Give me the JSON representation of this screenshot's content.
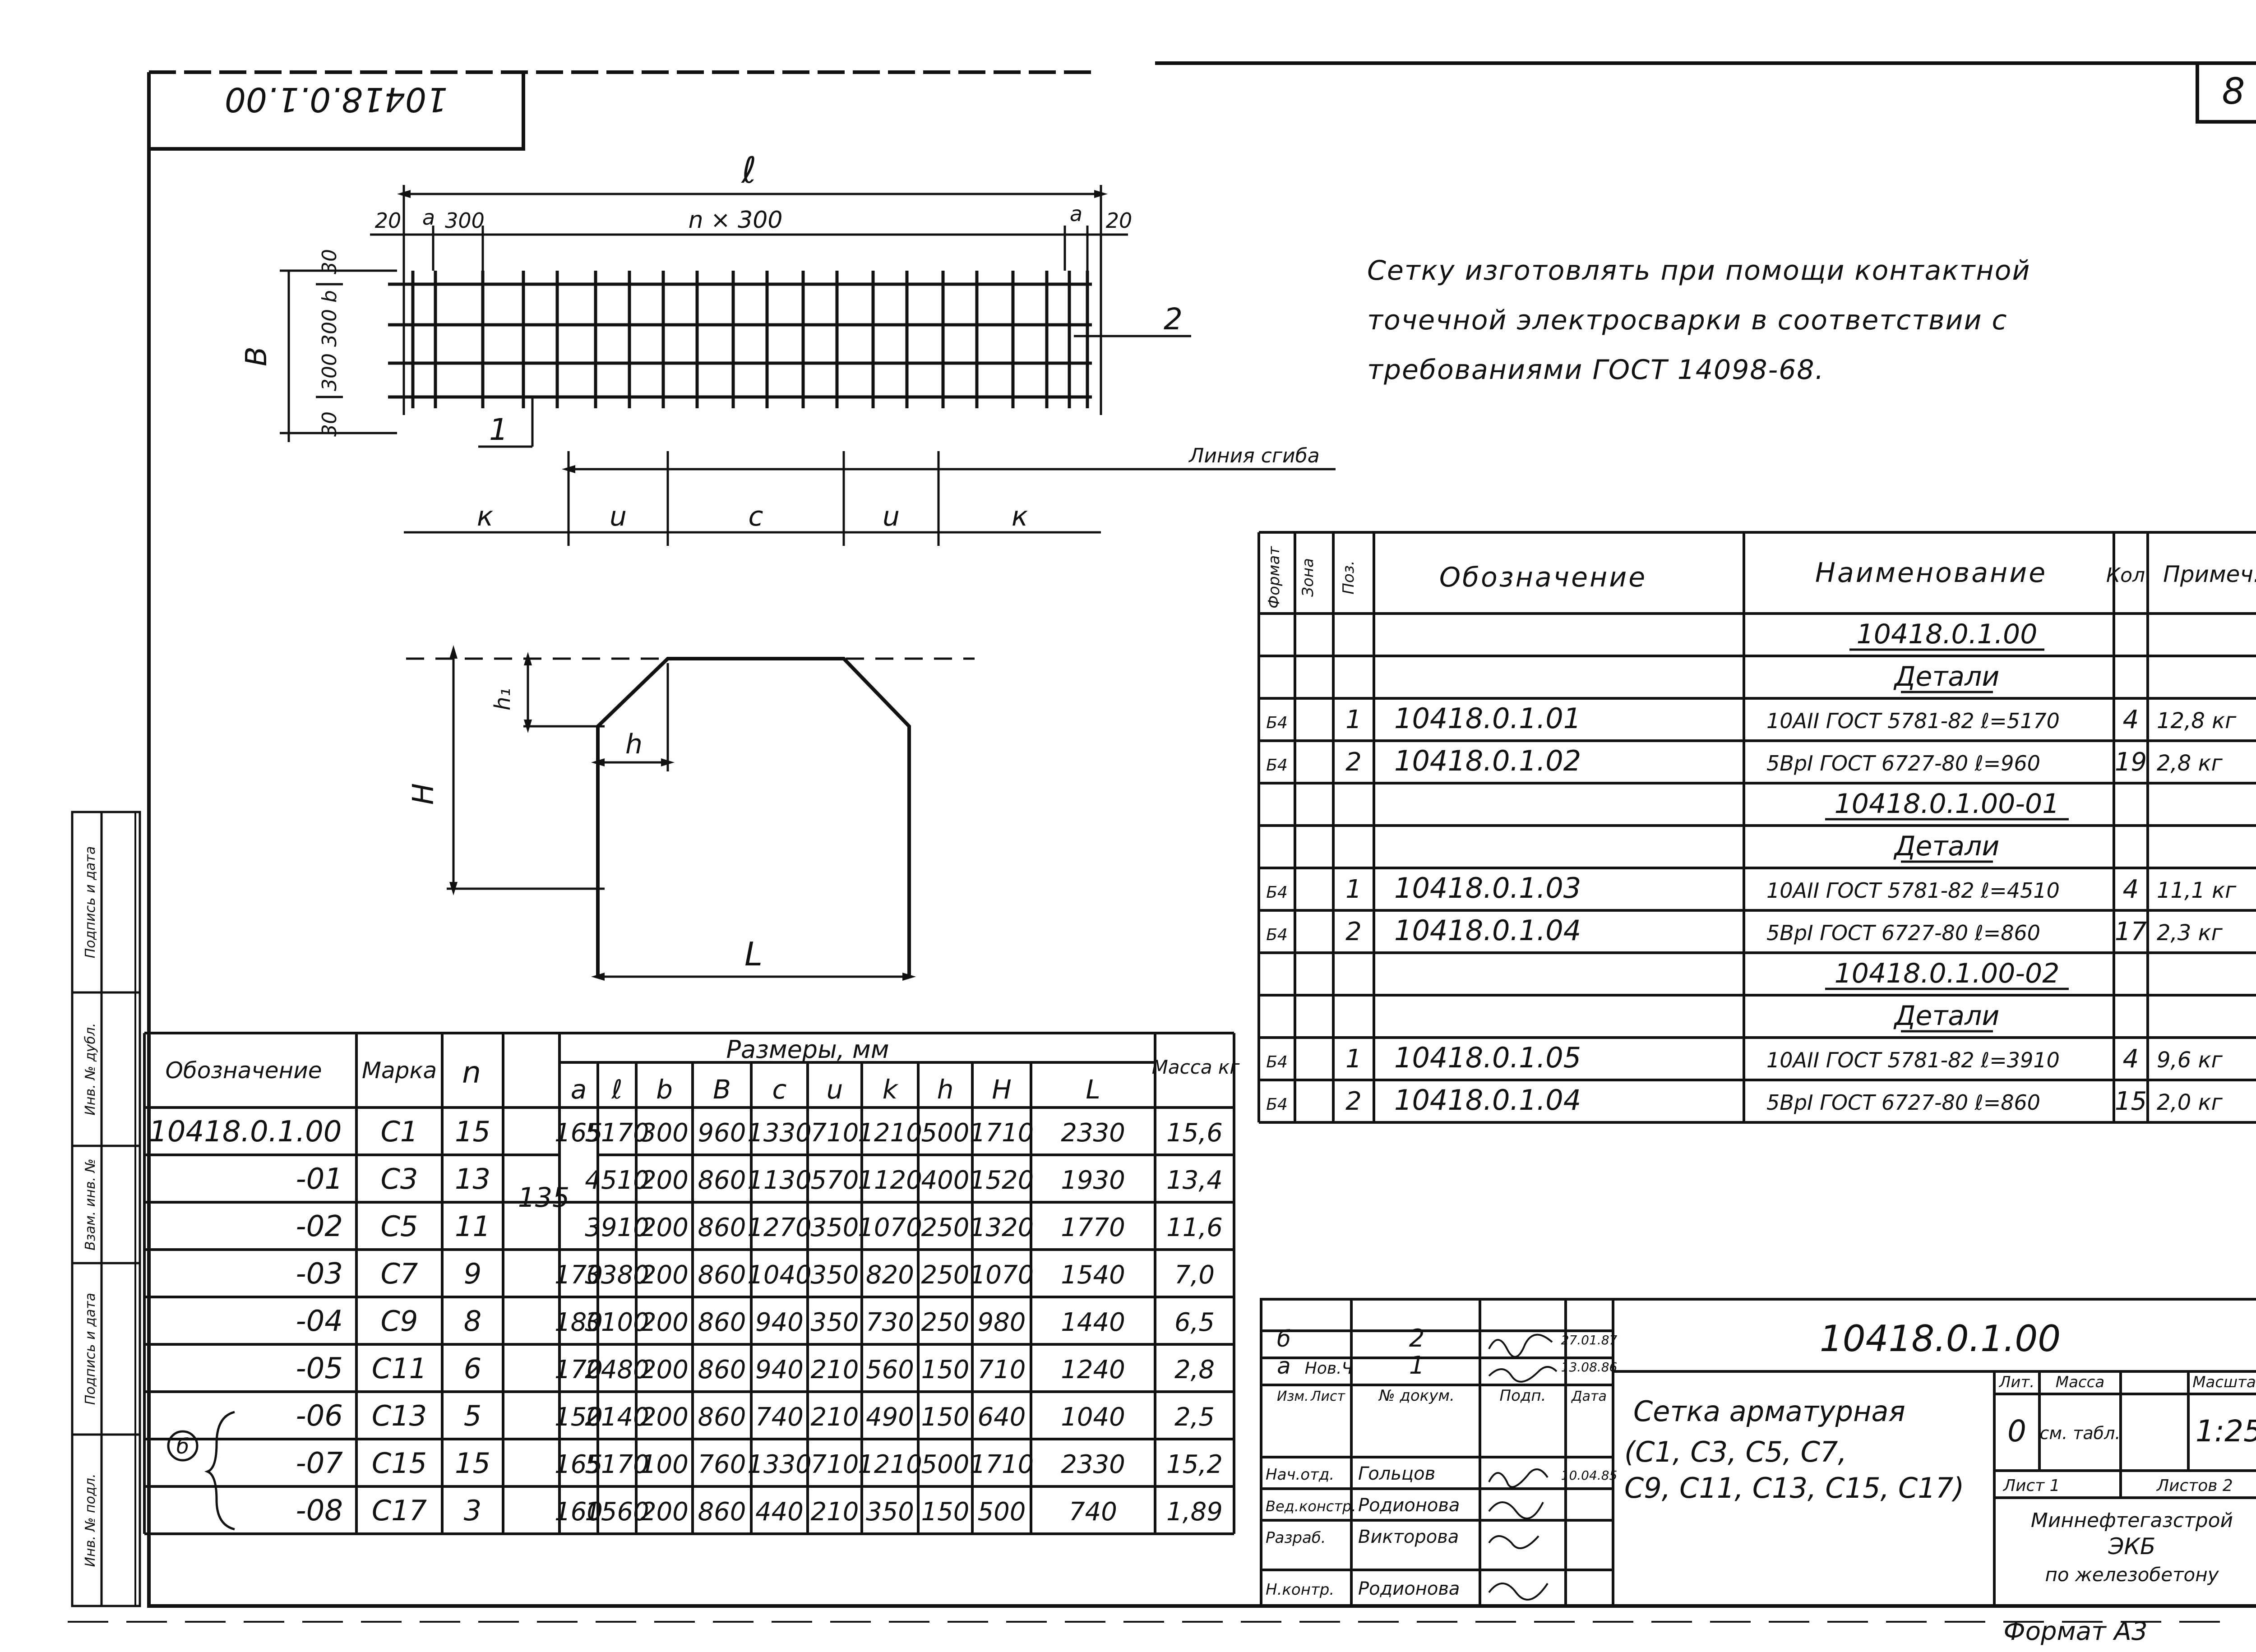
{
  "sheet": {
    "rotated_code": "10418.0.1.00",
    "sheet_number": "8",
    "note": "Сетку изготовлять при помощи контактной точечной электросварки в соответствии с требованиями ГОСТ 14098-68.",
    "format_label": "Формат А3"
  },
  "drawing": {
    "dim_l": "ℓ",
    "dim_20": "20",
    "dim_a": "a",
    "dim_300": "300",
    "dim_nx300": "n × 300",
    "dim_30": "30",
    "dim_300b": "300 300 b",
    "dim_B": "B",
    "pos1": "1",
    "pos2": "2",
    "bend_line": "Линия сгиба",
    "seg_k": "к",
    "seg_u": "u",
    "seg_c": "c",
    "sec_h1": "h₁",
    "sec_h": "h",
    "sec_H": "H",
    "sec_L": "L"
  },
  "dims_table": {
    "title": "Размеры, мм",
    "col_designation": "Обозначение",
    "col_mark": "Марка",
    "col_n": "n",
    "col_mass": "Масса кг",
    "dim_columns": [
      "a",
      "ℓ",
      "b",
      "B",
      "c",
      "u",
      "k",
      "h",
      "H",
      "L"
    ],
    "rows": [
      {
        "designation": "10418.0.1.00",
        "mark": "С1",
        "n": "15",
        "a": "165",
        "l": "5170",
        "b": "300",
        "B": "960",
        "c": "1330",
        "u": "710",
        "k": "1210",
        "h": "500",
        "H": "1710",
        "L": "2330",
        "mass": "15,6"
      },
      {
        "designation": "-01",
        "mark": "С3",
        "n": "13",
        "a": "",
        "l": "4510",
        "b": "200",
        "B": "860",
        "c": "1130",
        "u": "570",
        "k": "1120",
        "h": "400",
        "H": "1520",
        "L": "1930",
        "mass": "13,4"
      },
      {
        "designation": "-02",
        "mark": "С5",
        "n": "11",
        "a": "",
        "l": "3910",
        "b": "200",
        "B": "860",
        "c": "1270",
        "u": "350",
        "k": "1070",
        "h": "250",
        "H": "1320",
        "L": "1770",
        "mass": "11,6"
      },
      {
        "designation": "-03",
        "mark": "С7",
        "n": "9",
        "a": "170",
        "l": "3380",
        "b": "200",
        "B": "860",
        "c": "1040",
        "u": "350",
        "k": "820",
        "h": "250",
        "H": "1070",
        "L": "1540",
        "mass": "7,0"
      },
      {
        "designation": "-04",
        "mark": "С9",
        "n": "8",
        "a": "180",
        "l": "3100",
        "b": "200",
        "B": "860",
        "c": "940",
        "u": "350",
        "k": "730",
        "h": "250",
        "H": "980",
        "L": "1440",
        "mass": "6,5"
      },
      {
        "designation": "-05",
        "mark": "С11",
        "n": "6",
        "a": "170",
        "l": "2480",
        "b": "200",
        "B": "860",
        "c": "940",
        "u": "210",
        "k": "560",
        "h": "150",
        "H": "710",
        "L": "1240",
        "mass": "2,8"
      },
      {
        "designation": "-06",
        "mark": "С13",
        "n": "5",
        "a": "150",
        "l": "2140",
        "b": "200",
        "B": "860",
        "c": "740",
        "u": "210",
        "k": "490",
        "h": "150",
        "H": "640",
        "L": "1040",
        "mass": "2,5"
      },
      {
        "designation": "-07",
        "mark": "С15",
        "n": "15",
        "a": "165",
        "l": "5170",
        "b": "100",
        "B": "760",
        "c": "1330",
        "u": "710",
        "k": "1210",
        "h": "500",
        "H": "1710",
        "L": "2330",
        "mass": "15,2"
      },
      {
        "designation": "-08",
        "mark": "С17",
        "n": "3",
        "a": "160",
        "l": "1560",
        "b": "200",
        "B": "860",
        "c": "440",
        "u": "210",
        "k": "350",
        "h": "150",
        "H": "500",
        "L": "740",
        "mass": "1,89"
      }
    ],
    "merged_a_value": "135",
    "revision_mark": "б"
  },
  "spec_table": {
    "col_format": "Формат",
    "col_zone": "Зона",
    "col_pos": "Поз.",
    "col_designation": "Обозначение",
    "col_name": "Наименование",
    "col_qty": "Кол.",
    "col_note": "Примеч.",
    "rows": [
      {
        "fmt": "",
        "pos": "",
        "designation": "",
        "name": "10418.0.1.00",
        "qty": "",
        "note": ""
      },
      {
        "fmt": "",
        "pos": "",
        "designation": "",
        "name": "Детали",
        "qty": "",
        "note": ""
      },
      {
        "fmt": "Б4",
        "pos": "1",
        "designation": "10418.0.1.01",
        "name": "10АII ГОСТ 5781-82 ℓ=5170",
        "qty": "4",
        "note": "12,8 кг"
      },
      {
        "fmt": "Б4",
        "pos": "2",
        "designation": "10418.0.1.02",
        "name": "5BpI ГОСТ 6727-80 ℓ=960",
        "qty": "19",
        "note": "2,8 кг"
      },
      {
        "fmt": "",
        "pos": "",
        "designation": "",
        "name": "10418.0.1.00-01",
        "qty": "",
        "note": ""
      },
      {
        "fmt": "",
        "pos": "",
        "designation": "",
        "name": "Детали",
        "qty": "",
        "note": ""
      },
      {
        "fmt": "Б4",
        "pos": "1",
        "designation": "10418.0.1.03",
        "name": "10АII ГОСТ 5781-82 ℓ=4510",
        "qty": "4",
        "note": "11,1 кг"
      },
      {
        "fmt": "Б4",
        "pos": "2",
        "designation": "10418.0.1.04",
        "name": "5BpI ГОСТ 6727-80 ℓ=860",
        "qty": "17",
        "note": "2,3 кг"
      },
      {
        "fmt": "",
        "pos": "",
        "designation": "",
        "name": "10418.0.1.00-02",
        "qty": "",
        "note": ""
      },
      {
        "fmt": "",
        "pos": "",
        "designation": "",
        "name": "Детали",
        "qty": "",
        "note": ""
      },
      {
        "fmt": "Б4",
        "pos": "1",
        "designation": "10418.0.1.05",
        "name": "10АII ГОСТ 5781-82 ℓ=3910",
        "qty": "4",
        "note": "9,6 кг"
      },
      {
        "fmt": "Б4",
        "pos": "2",
        "designation": "10418.0.1.04",
        "name": "5BpI ГОСТ 6727-80 ℓ=860",
        "qty": "15",
        "note": "2,0 кг"
      }
    ]
  },
  "title_block": {
    "doc_code": "10418.0.1.00",
    "rev_b": "б",
    "rev_a": "a",
    "rev_b_sheet": "2",
    "rev_a_sheet": "1",
    "rev_a_doc": "Нов.Ч",
    "hdr_izm": "Изм.",
    "hdr_list": "Лист",
    "hdr_ndok": "№ докум.",
    "hdr_podp": "Подп.",
    "hdr_data": "Дата",
    "role_1": "Нач.отд.",
    "name_1": "Гольцов",
    "role_2": "Вед.констр.",
    "name_2": "Родионова",
    "role_3": "Разраб.",
    "name_3": "Викторова",
    "role_4": "Н.контр.",
    "name_4": "Родионова",
    "date_1": "10.04.85",
    "date_rev1": "27.01.87",
    "date_rev2": "13.08.86",
    "product_name": "Сетка арматурная (С1, С3, С5, С7, С9, С11, С13, С15, С17)",
    "lit_label": "Лит.",
    "lit_value": "0",
    "mass_label": "Масса",
    "mass_value": "см. табл.",
    "scale_label": "Масштаб",
    "scale_value": "1:25",
    "sheet_label": "Лист 1",
    "sheets_label": "Листов 2",
    "org_line1": "Миннефтегазстрой",
    "org_line2": "ЭКБ",
    "org_line3": "по железобетону"
  },
  "margin": {
    "sign_date_1": "Подпись и дата",
    "inv_dup": "Инв. № дубл.",
    "vzam_inv": "Взам. инв. №",
    "sign_date_2": "Подпись и дата",
    "inv_orig": "Инв. № подл."
  }
}
